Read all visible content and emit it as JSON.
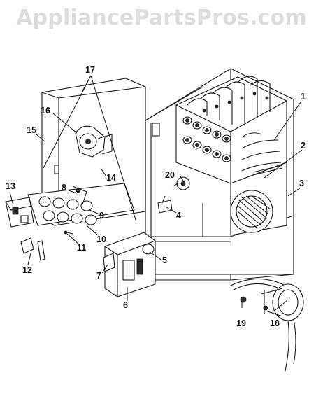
{
  "watermark": {
    "text": "AppliancePartsPros.com",
    "color": "#dcdcdc"
  },
  "parts": [
    {
      "id": "1",
      "label": "1"
    },
    {
      "id": "2",
      "label": "2"
    },
    {
      "id": "3",
      "label": "3"
    },
    {
      "id": "4",
      "label": "4"
    },
    {
      "id": "5",
      "label": "5"
    },
    {
      "id": "6",
      "label": "6"
    },
    {
      "id": "7",
      "label": "7"
    },
    {
      "id": "8",
      "label": "8"
    },
    {
      "id": "9",
      "label": "9"
    },
    {
      "id": "10",
      "label": "10"
    },
    {
      "id": "11",
      "label": "11"
    },
    {
      "id": "12",
      "label": "12"
    },
    {
      "id": "13",
      "label": "13"
    },
    {
      "id": "14",
      "label": "14"
    },
    {
      "id": "15",
      "label": "15"
    },
    {
      "id": "16",
      "label": "16"
    },
    {
      "id": "17",
      "label": "17"
    },
    {
      "id": "18",
      "label": "18"
    },
    {
      "id": "19",
      "label": "19"
    },
    {
      "id": "20",
      "label": "20"
    }
  ]
}
